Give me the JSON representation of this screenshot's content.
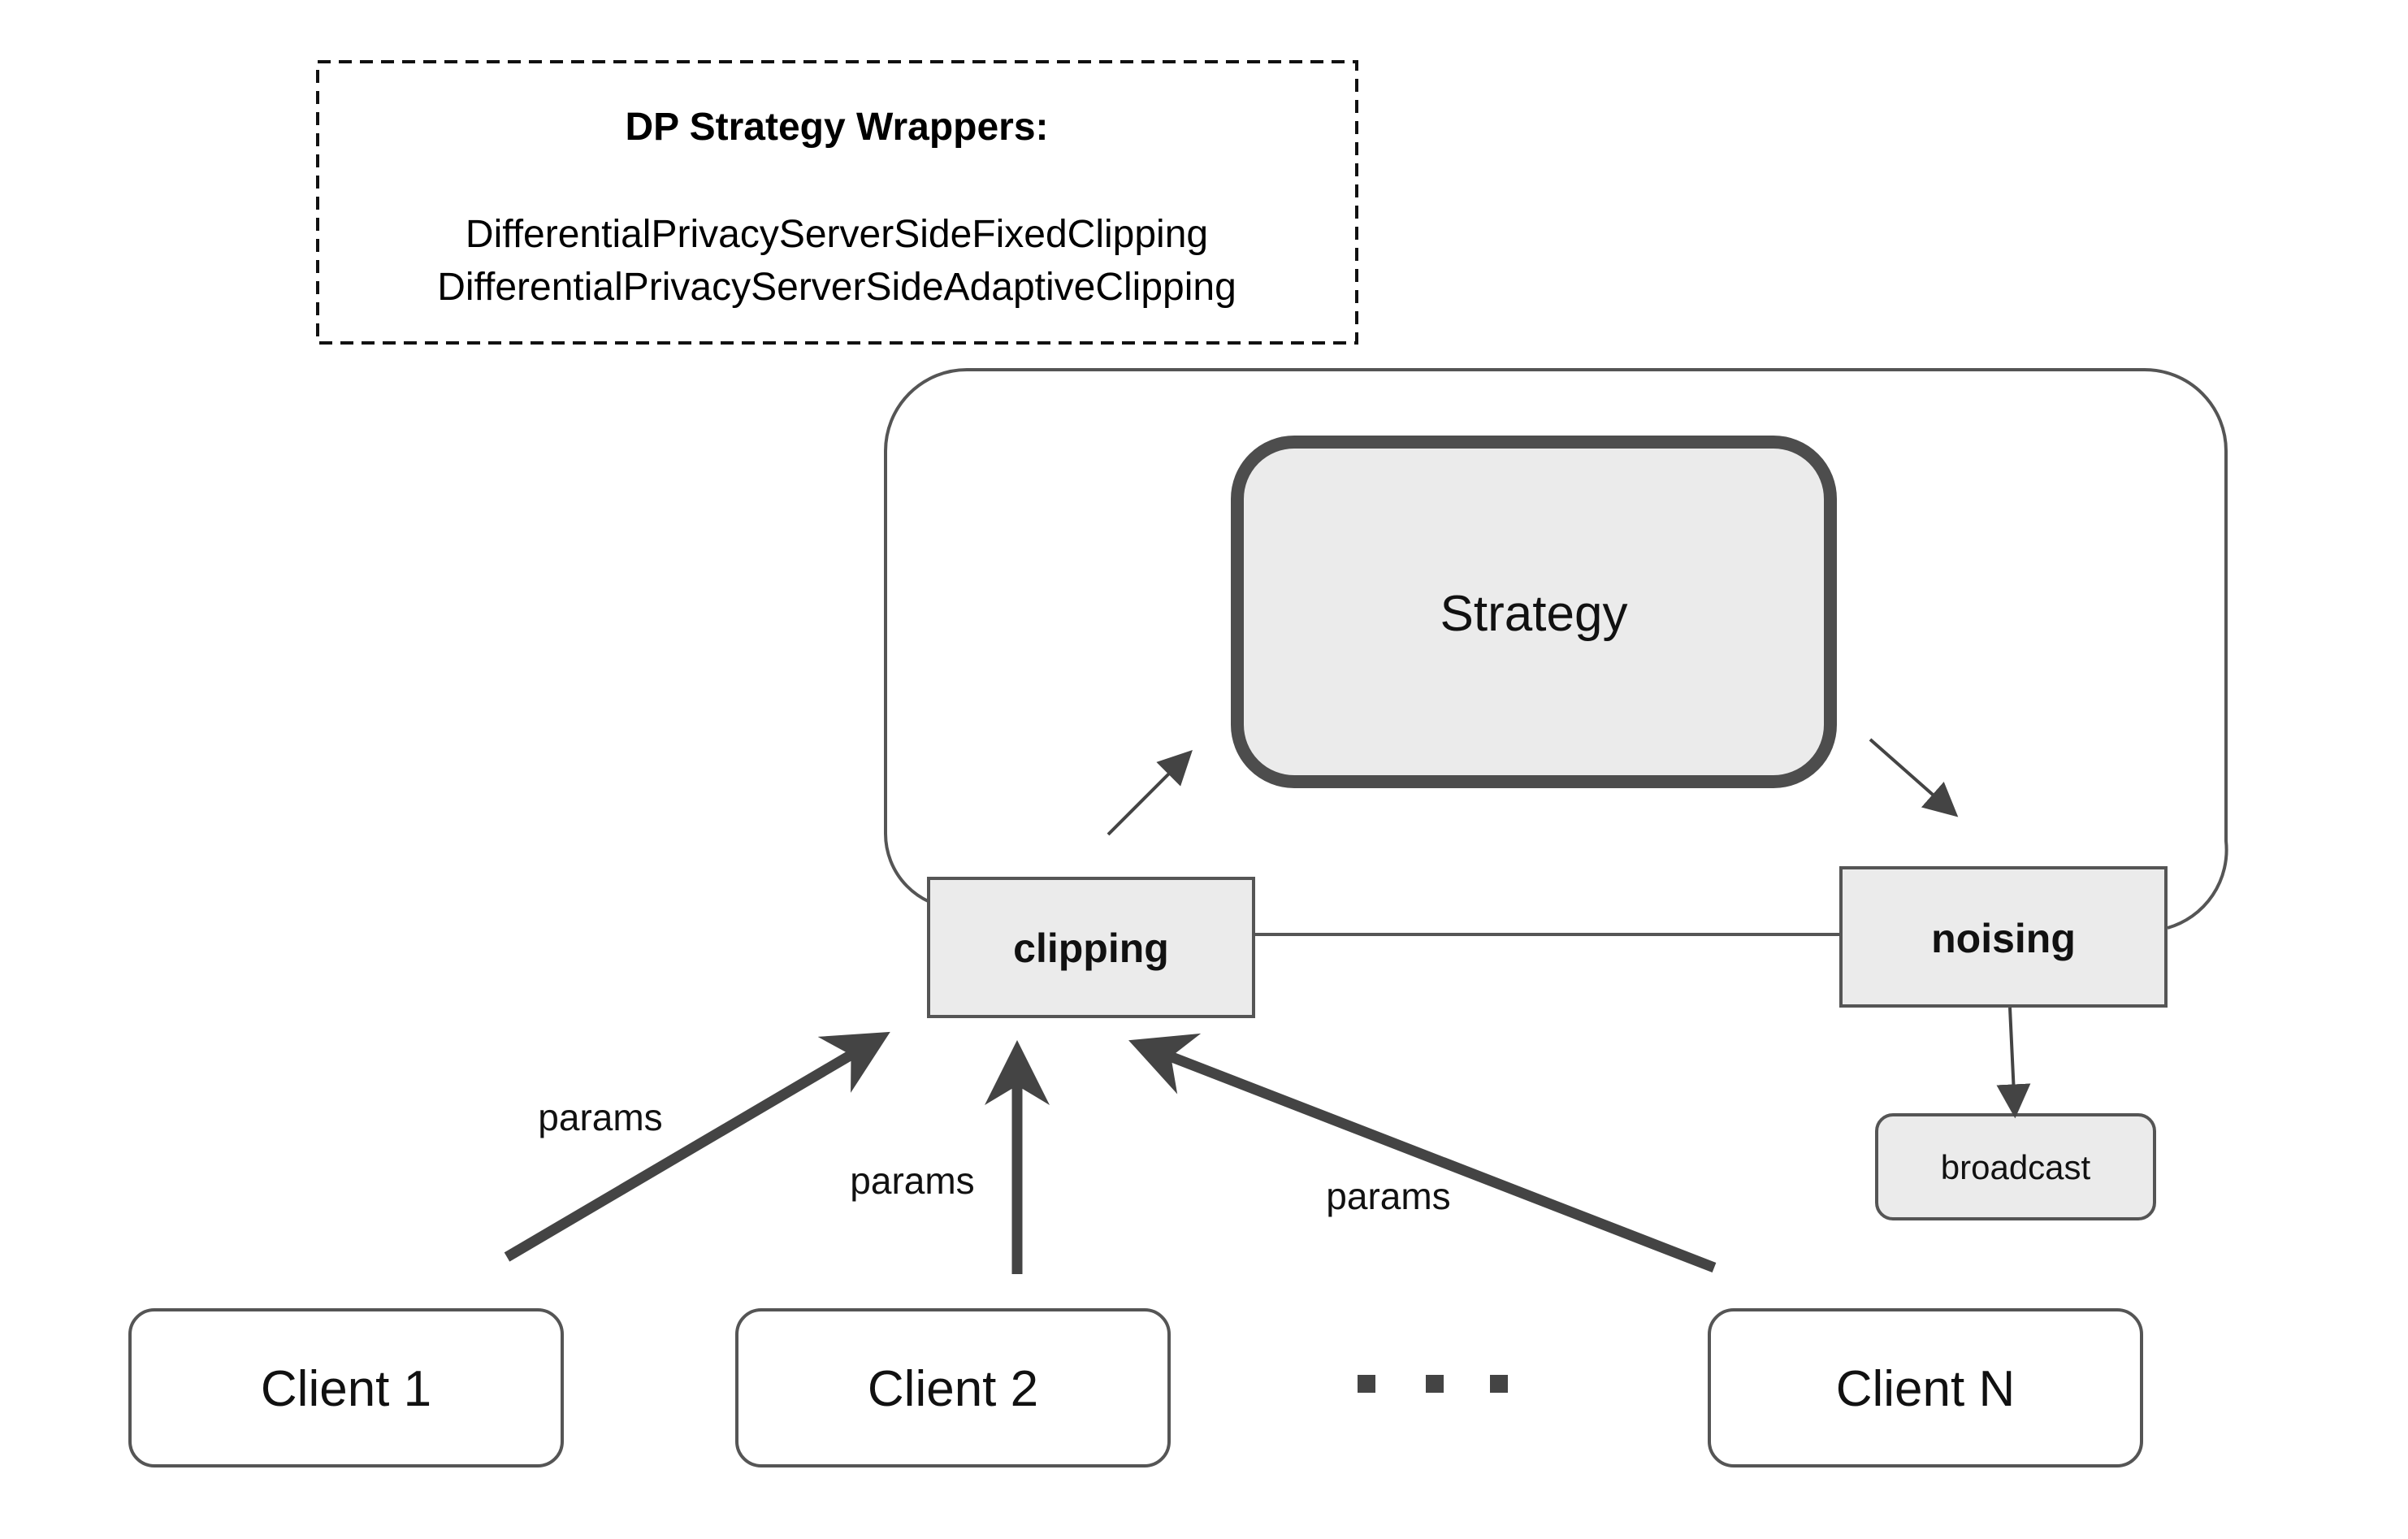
{
  "wrappers": {
    "title": "DP Strategy Wrappers:",
    "items": [
      "DifferentialPrivacyServerSideFixedClipping",
      "DifferentialPrivacyServerSideAdaptiveClipping"
    ]
  },
  "strategy": {
    "label": "Strategy"
  },
  "clipping": {
    "label": "clipping"
  },
  "noising": {
    "label": "noising"
  },
  "broadcast": {
    "label": "broadcast"
  },
  "params": {
    "client1": "params",
    "client2": "params",
    "clientN": "params"
  },
  "clients": [
    {
      "label": "Client 1"
    },
    {
      "label": "Client 2"
    },
    {
      "label": "Client N"
    }
  ],
  "colors": {
    "stroke": "#555555",
    "box_fill": "#ebebeb",
    "ellipsis": "#444444"
  }
}
